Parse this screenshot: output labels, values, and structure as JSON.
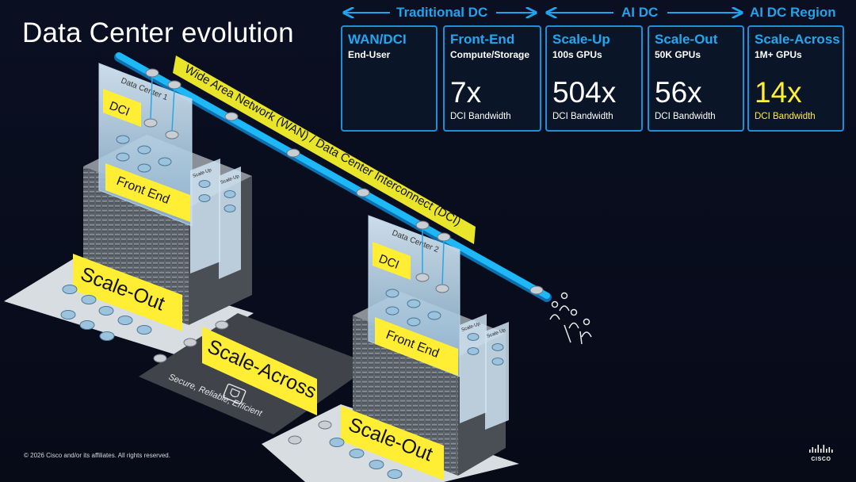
{
  "title": "Data Center evolution",
  "groups": {
    "traditional": "Traditional DC",
    "ai": "AI DC",
    "region": "AI DC Region"
  },
  "cards": [
    {
      "title": "WAN/DCI",
      "subtitle": "End-User",
      "value": "",
      "unit": ""
    },
    {
      "title": "Front-End",
      "subtitle": "Compute/Storage",
      "value": "7x",
      "unit": "DCI Bandwidth"
    },
    {
      "title": "Scale-Up",
      "subtitle": "100s GPUs",
      "value": "504x",
      "unit": "DCI Bandwidth"
    },
    {
      "title": "Scale-Out",
      "subtitle": "50K GPUs",
      "value": "56x",
      "unit": "DCI Bandwidth"
    },
    {
      "title": "Scale-Across",
      "subtitle": "1M+ GPUs",
      "value": "14x",
      "unit": "DCI Bandwidth"
    }
  ],
  "diagram": {
    "wan_label": "Wide Area Network (WAN) / Data Center Interconnect (DCI)",
    "dc1_label": "Data Center 1",
    "dc2_label": "Data Center 2",
    "dci": "DCI",
    "front_end": "Front End",
    "scale_up": "Scale-Up",
    "scale_out": "Scale-Out",
    "scale_across": "Scale-Across",
    "tagline": "Secure, Reliable, Efficient"
  },
  "footer": "© 2026 Cisco and/or its affiliates. All rights reserved.",
  "logo_text": "CISCO",
  "colors": {
    "accent": "#1fa4ee",
    "highlight": "#ffee33",
    "label_bg": "#ffee33"
  }
}
